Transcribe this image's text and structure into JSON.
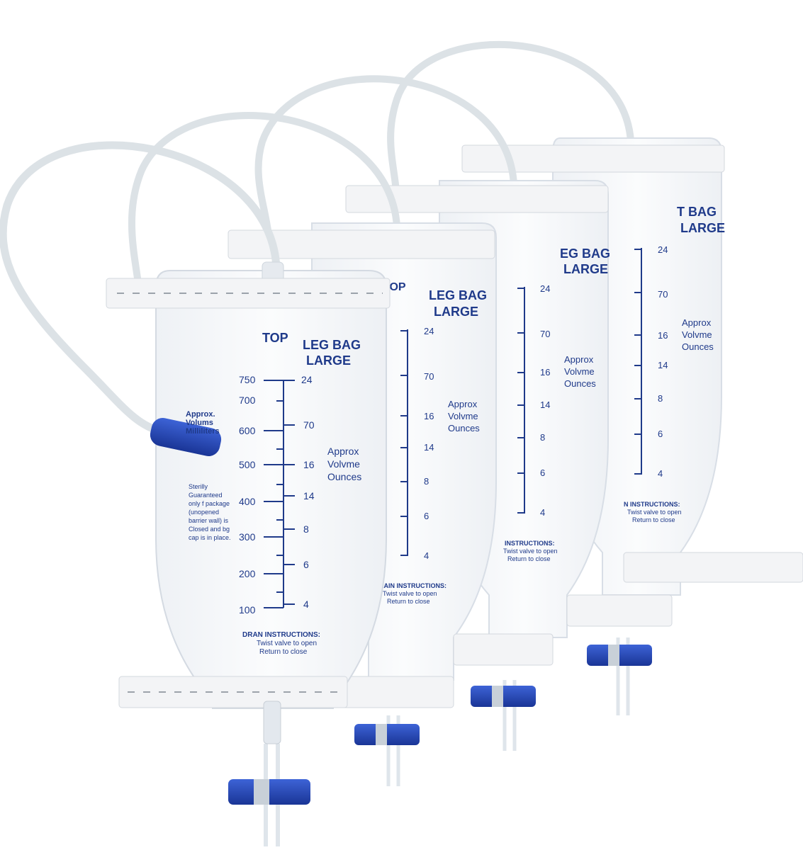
{
  "colors": {
    "print": "#1f3a8a",
    "valve_blue": "#2244b8",
    "bag_fill": "#f6f8fa",
    "bag_edge": "#dde3ea",
    "strap": "#f3f4f6",
    "tube": "#e7ebef"
  },
  "front_bag": {
    "top_label": "TOP",
    "title_line1": "LEG BAG",
    "title_line2": "LARGE",
    "ml_ticks": [
      "750",
      "700",
      "600",
      "500",
      "400",
      "300",
      "200",
      "100"
    ],
    "oz_ticks": [
      "24",
      "70",
      "16",
      "14",
      "8",
      "6",
      "4"
    ],
    "approx_line1": "Approx",
    "approx_line2": "Volvme",
    "approx_line3": "Ounces",
    "ml_note_line1": "Approx.",
    "ml_note_line2": "Volums",
    "ml_note_line3": "Milliliters",
    "sterility_lines": [
      "Sterilly",
      "Guaranteed",
      "only f package",
      "(unopened",
      "barrier wall) is",
      "Closed and bg",
      "cap is in place."
    ],
    "drain_title": "DRAN INSTRUCTIONS:",
    "drain_line1": "Twist valve to open",
    "drain_line2": "Return to close"
  },
  "bag2": {
    "top_label": "TOP",
    "title_line1": "LEG BAG",
    "title_line2": "LARGE",
    "oz_ticks": [
      "24",
      "70",
      "16",
      "14",
      "8",
      "6",
      "4"
    ],
    "approx_line1": "Approx",
    "approx_line2": "Volvme",
    "approx_line3": "Ounces",
    "drain_title": "RAIN INSTRUCTIONS:",
    "drain_line1": "Twist valve to open",
    "drain_line2": "Return to close"
  },
  "bag3": {
    "title_line1": "EG BAG",
    "title_line2": "LARGE",
    "oz_ticks": [
      "24",
      "70",
      "16",
      "14",
      "8",
      "6",
      "4"
    ],
    "approx_line1": "Approx",
    "approx_line2": "Volvme",
    "approx_line3": "Ounces",
    "drain_title": "INSTRUCTIONS:",
    "drain_line1": "Twist valve to open",
    "drain_line2": "Return to close"
  },
  "bag4": {
    "title_line1": "T BAG",
    "title_line2": "LARGE",
    "oz_ticks": [
      "24",
      "70",
      "16",
      "14",
      "8",
      "6",
      "4"
    ],
    "approx_line1": "Approx",
    "approx_line2": "Volvme",
    "approx_line3": "Ounces",
    "drain_title": "N INSTRUCTIONS:",
    "drain_line1": "Twist valve to open",
    "drain_line2": "Return to close"
  }
}
